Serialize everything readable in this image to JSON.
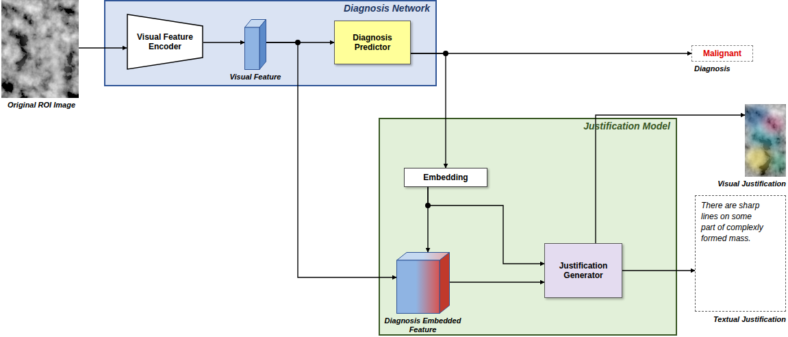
{
  "diagram": {
    "nodes": [
      {
        "text": [
          "Original ROI Image"
        ]
      },
      {
        "text": [
          "Diagnosis Network"
        ]
      },
      {
        "text": [
          "Visual Feature Encoder"
        ],
        "in": 1
      },
      {
        "text": [
          "Visual Feature"
        ],
        "in": 1
      },
      {
        "text": [
          "Diagnosis Predictor"
        ],
        "in": 1
      },
      {
        "text": [
          "Malignant",
          "Diagnosis"
        ]
      },
      {
        "text": [
          "Justification Model"
        ]
      },
      {
        "text": [
          "Embedding"
        ],
        "in": 6
      },
      {
        "text": [
          "Diagnosis Embedded Feature"
        ],
        "in": 6
      },
      {
        "text": [
          "Justification Generator"
        ],
        "in": 6
      },
      {
        "text": [
          "Visual Justification"
        ]
      },
      {
        "text": [
          "There are sharp lines on some part of complexly formed mass.",
          "Textual Justification"
        ]
      }
    ],
    "edges": [
      {
        "from": 0,
        "to": 2,
        "arrow": "to"
      },
      {
        "from": 2,
        "to": 3,
        "arrow": "to"
      },
      {
        "from": 3,
        "to": 4,
        "arrow": "to"
      },
      {
        "from": 4,
        "to": 5,
        "arrow": "to"
      },
      {
        "from": 4,
        "to": 7,
        "arrow": "to"
      },
      {
        "from": 3,
        "to": 8,
        "arrow": "to"
      },
      {
        "from": 7,
        "to": 8,
        "arrow": "to"
      },
      {
        "from": 7,
        "to": 9,
        "arrow": "to"
      },
      {
        "from": 8,
        "to": 9,
        "arrow": "to"
      },
      {
        "from": 9,
        "to": 10,
        "arrow": "to"
      },
      {
        "from": 9,
        "to": 11,
        "arrow": "to"
      }
    ]
  }
}
